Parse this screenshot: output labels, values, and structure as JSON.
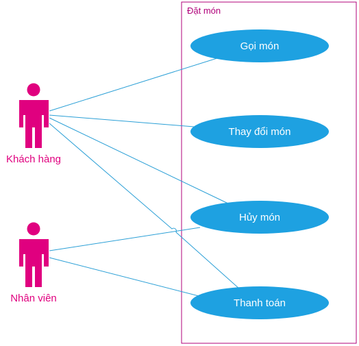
{
  "diagram": {
    "type": "use-case",
    "boundary": {
      "title": "Đặt món"
    },
    "actors": [
      {
        "id": "khach-hang",
        "label": "Khách hàng"
      },
      {
        "id": "nhan-vien",
        "label": "Nhân viên"
      }
    ],
    "use_cases": [
      {
        "id": "goi-mon",
        "label": "Gọi món"
      },
      {
        "id": "thay-doi-mon",
        "label": "Thay đổi món"
      },
      {
        "id": "huy-mon",
        "label": "Hủy món"
      },
      {
        "id": "thanh-toan",
        "label": "Thanh toán"
      }
    ],
    "associations": [
      {
        "from": "khach-hang",
        "to": "goi-mon"
      },
      {
        "from": "khach-hang",
        "to": "thay-doi-mon"
      },
      {
        "from": "khach-hang",
        "to": "huy-mon"
      },
      {
        "from": "khach-hang",
        "to": "thanh-toan"
      },
      {
        "from": "nhan-vien",
        "to": "huy-mon"
      },
      {
        "from": "nhan-vien",
        "to": "thanh-toan"
      }
    ]
  },
  "colors": {
    "actor": "#e0007f",
    "boundary": "#b0007a",
    "use_case_fill": "#1ea1e1",
    "use_case_text": "#ffffff",
    "association": "#2a9fd6"
  }
}
